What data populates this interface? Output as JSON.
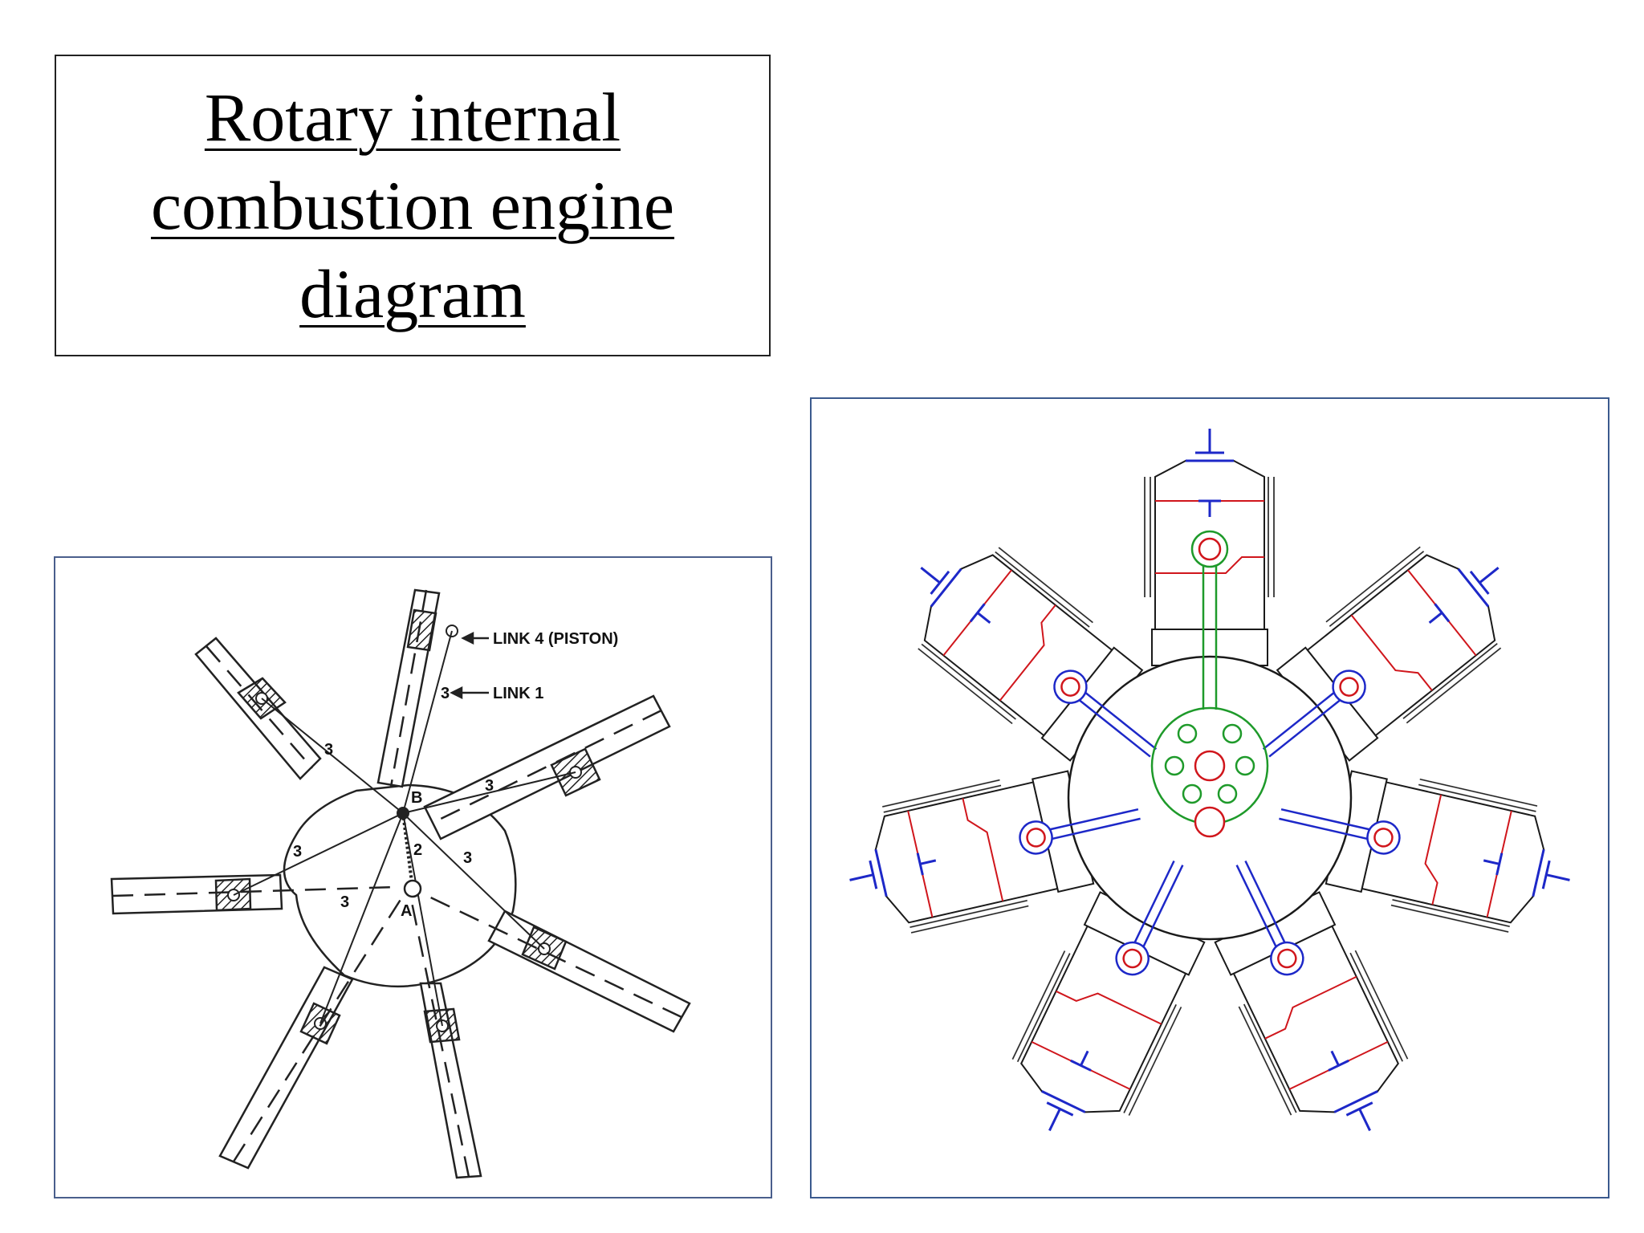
{
  "title": {
    "lines": [
      "Rotary internal",
      "combustion engine",
      "diagram"
    ]
  },
  "left_diagram": {
    "labels": {
      "link4": "LINK 4 (PISTON)",
      "link1": "LINK 1",
      "point_b": "B",
      "point_a": "A",
      "link2": "2",
      "link3": "3"
    }
  },
  "right_diagram": {
    "colors": {
      "outline": "#1a1a1a",
      "cylinder_red": "#d0161c",
      "rod_blue": "#1d28c8",
      "master_green": "#1e9a2a"
    }
  }
}
